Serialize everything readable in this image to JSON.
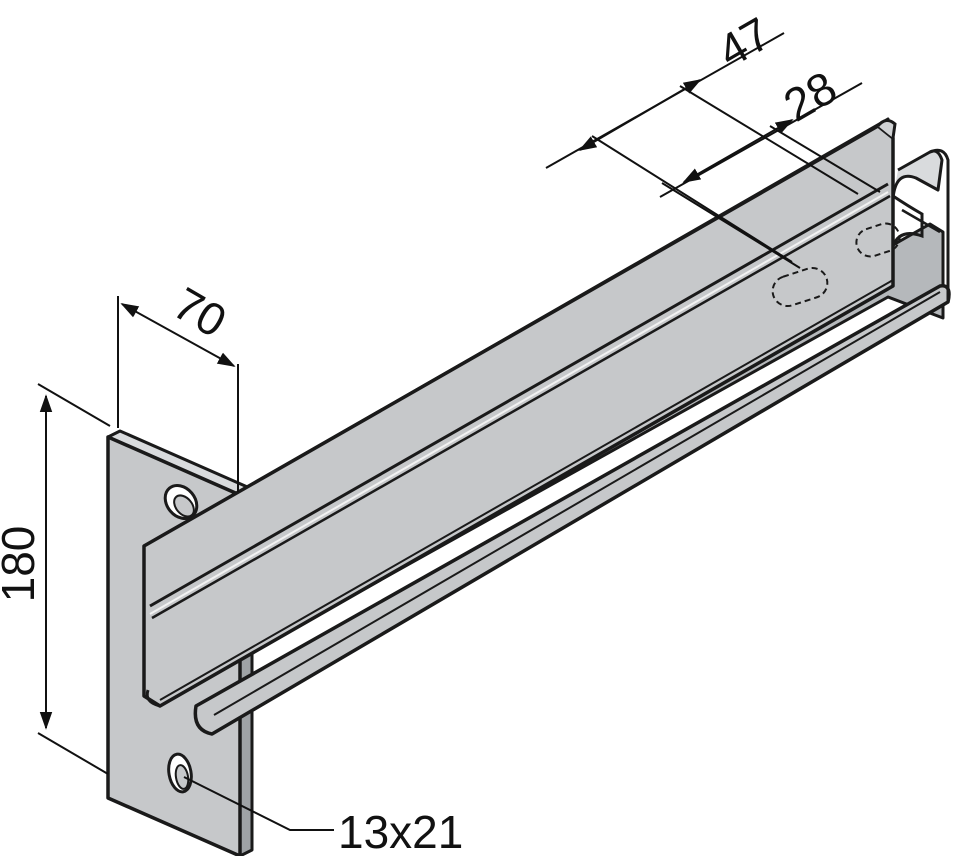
{
  "colors": {
    "metal": "#c6c8ca",
    "metal_dark": "#aeb1b4",
    "outline": "#1a1a1a",
    "dimension": "#111111",
    "background": "#ffffff"
  },
  "dimensions": {
    "width_flange": "47",
    "width_inner": "28",
    "plate_width": "70",
    "plate_height": "180",
    "hole_size": "13x21"
  }
}
